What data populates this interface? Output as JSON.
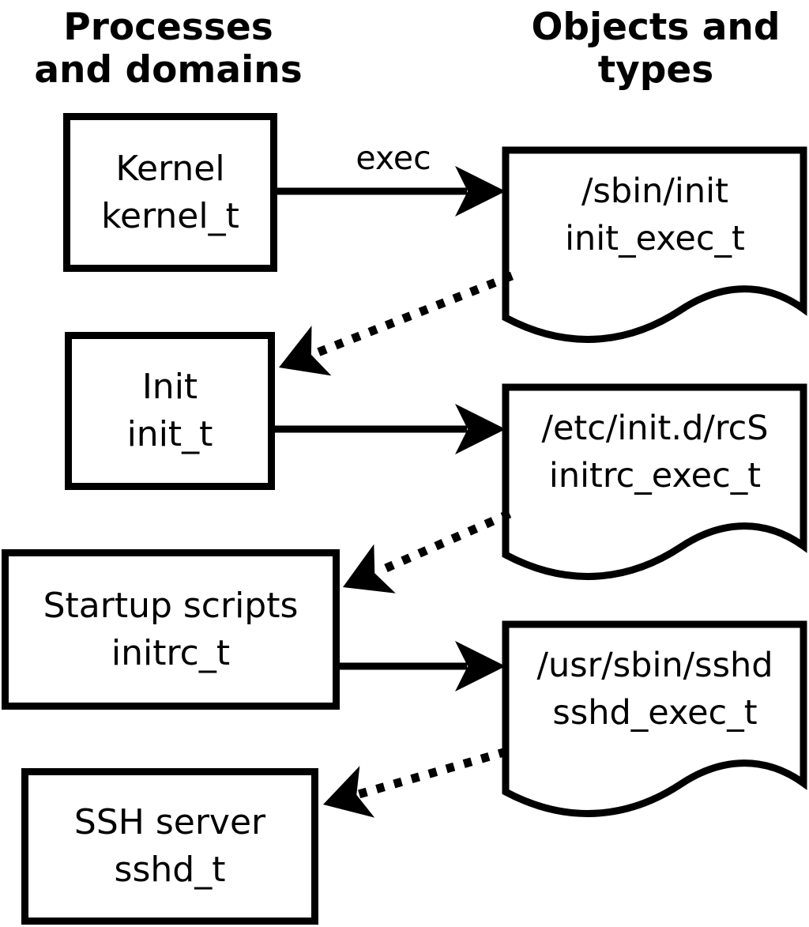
{
  "diagram": {
    "title_left": {
      "line1": "Processes",
      "line2": "and domains"
    },
    "title_right": {
      "line1": "Objects and",
      "line2": "types"
    },
    "exec_label": "exec",
    "processes": [
      {
        "name": "Kernel",
        "domain": "kernel_t"
      },
      {
        "name": "Init",
        "domain": "init_t"
      },
      {
        "name": "Startup scripts",
        "domain": "initrc_t"
      },
      {
        "name": "SSH server",
        "domain": "sshd_t"
      }
    ],
    "objects": [
      {
        "path": "/sbin/init",
        "type": "init_exec_t"
      },
      {
        "path": "/etc/init.d/rcS",
        "type": "initrc_exec_t"
      },
      {
        "path": "/usr/sbin/sshd",
        "type": "sshd_exec_t"
      }
    ],
    "colors": {
      "foreground": "#000000",
      "background": "#ffffff"
    }
  }
}
